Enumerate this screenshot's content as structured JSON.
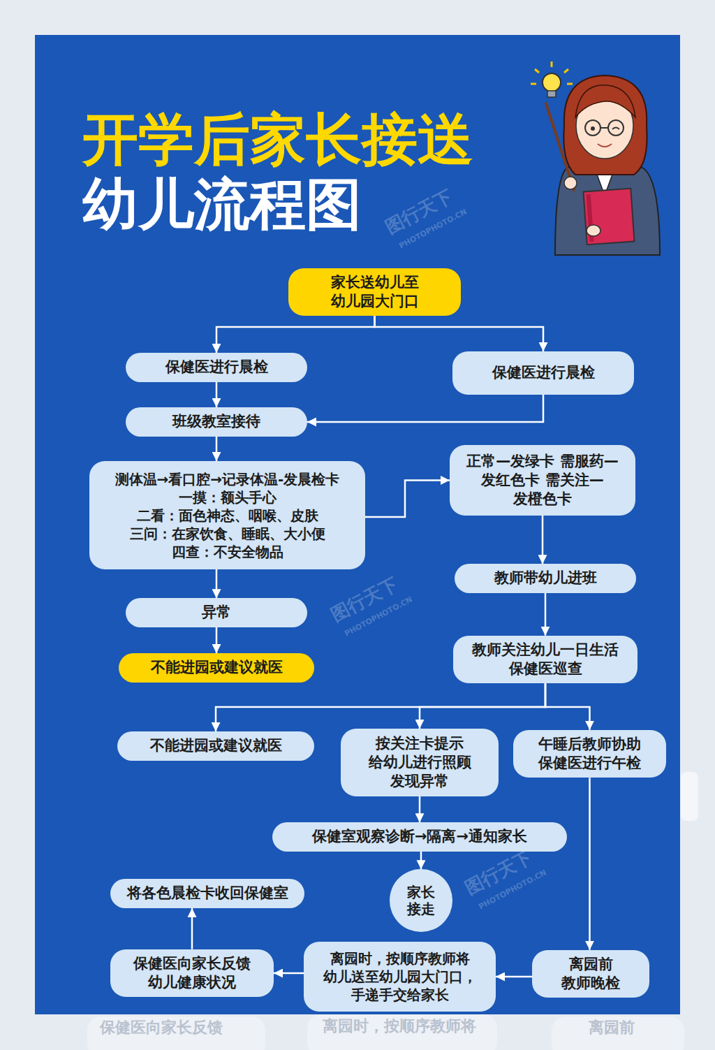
{
  "diagram": {
    "title": "开学后家长接送",
    "nodes": [
      {
        "text": [
          "家长送幼儿至 幼儿园大门口"
        ]
      },
      {
        "text": [
          "保健医进行晨检"
        ]
      },
      {
        "text": [
          "保健医进行晨检"
        ]
      },
      {
        "text": [
          "班级教室接待"
        ]
      },
      {
        "text": [
          "测体温→看口腔→记录体温-发晨检卡",
          "一摸：额头手心",
          "二看：面色神态、咽喉、皮肤",
          "三问：在家饮食、睡眠、大小便",
          "四查：不安全物品"
        ]
      },
      {
        "text": [
          "正常—发绿卡 需服药—发红色卡 需关注—发橙色卡"
        ]
      },
      {
        "text": [
          "异常"
        ]
      },
      {
        "text": [
          "不能进园或建议就医"
        ]
      },
      {
        "text": [
          "教师带幼儿进班"
        ]
      },
      {
        "text": [
          "教师关注幼儿一日生活 保健医巡查"
        ]
      },
      {
        "text": [
          "不能进园或建议就医"
        ]
      },
      {
        "text": [
          "按关注卡提示 给幼儿进行照顾 发现异常"
        ]
      },
      {
        "text": [
          "午睡后教师协助 保健医进行午检"
        ]
      },
      {
        "text": [
          "保健室观察诊断→隔离→通知家长"
        ]
      },
      {
        "text": [
          "将各色晨检卡收回保健室"
        ]
      },
      {
        "text": [
          "家长 接走"
        ]
      },
      {
        "text": [
          "保健医向家长反馈 幼儿健康状况"
        ]
      },
      {
        "text": [
          "离园时，按顺序教师将 幼儿送至幼儿园大门口， 手递手交给家长"
        ]
      },
      {
        "text": [
          "离园前 教师晚检"
        ]
      }
    ],
    "edges": [
      {
        "from": 0,
        "to": 1,
        "arrow": "to"
      },
      {
        "from": 0,
        "to": 2,
        "arrow": "to"
      },
      {
        "from": 1,
        "to": 3,
        "arrow": "to"
      },
      {
        "from": 2,
        "to": 3,
        "arrow": "to"
      },
      {
        "from": 3,
        "to": 4,
        "arrow": "to"
      },
      {
        "from": 4,
        "to": 5,
        "arrow": "to"
      },
      {
        "from": 4,
        "to": 6,
        "arrow": "to"
      },
      {
        "from": 6,
        "to": 7,
        "arrow": "to"
      },
      {
        "from": 5,
        "to": 8,
        "arrow": "to"
      },
      {
        "from": 8,
        "to": 9,
        "arrow": "to"
      },
      {
        "from": 9,
        "to": 10,
        "arrow": "to"
      },
      {
        "from": 9,
        "to": 11,
        "arrow": "to"
      },
      {
        "from": 9,
        "to": 12,
        "arrow": "to"
      },
      {
        "from": 11,
        "to": 13,
        "arrow": "to"
      },
      {
        "from": 13,
        "to": 15,
        "arrow": "to"
      },
      {
        "from": 12,
        "to": 18,
        "arrow": "to"
      },
      {
        "from": 18,
        "to": 17,
        "arrow": "to"
      },
      {
        "from": 17,
        "to": 16,
        "arrow": "to"
      },
      {
        "from": 16,
        "to": 14,
        "arrow": "to"
      }
    ],
    "labels": [
      "幼儿流程图",
      "保健医向家长反馈",
      "离园时，按顺序教师将",
      "离园前",
      "图行天下",
      "PHOTOPHOTO.CN",
      "图行天下",
      "PHOTOPHOTO.CN",
      "图行天下",
      "PHOTOPHOTO.CN"
    ]
  }
}
